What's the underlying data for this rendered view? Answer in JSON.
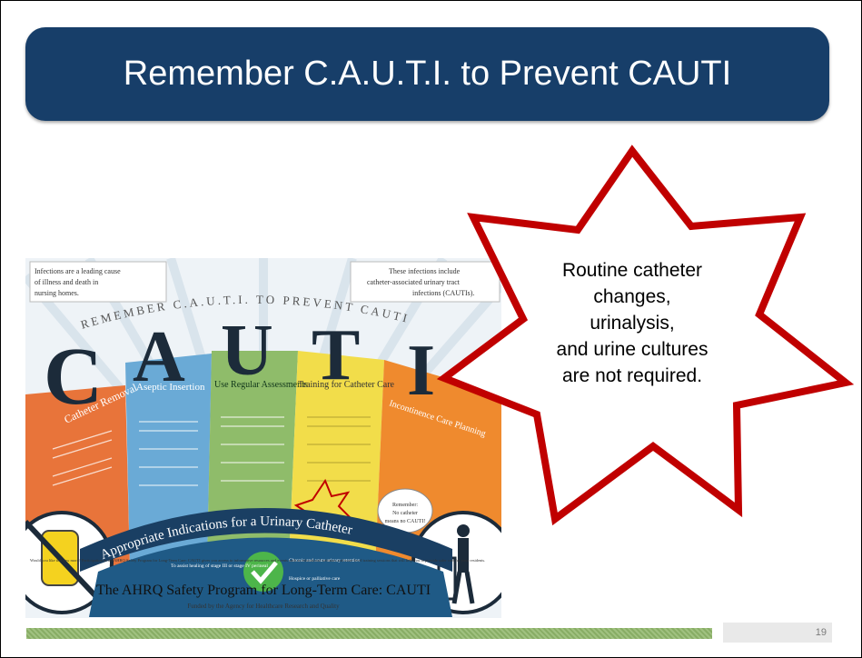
{
  "slide": {
    "title": "Remember C.A.U.T.I. to Prevent CAUTI",
    "page_number": "19"
  },
  "callout": {
    "lines": [
      "Routine catheter",
      "changes,",
      "urinalysis,",
      "and urine cultures",
      "are not required."
    ],
    "border_color": "#c00000"
  },
  "poster": {
    "top_left_note": "Infections are a leading cause of illness and death in nursing homes.",
    "top_right_note": "These infections include catheter-associated urinary tract infections (CAUTIs).",
    "arc_banner": "REMEMBER C.A.U.T.I. TO PREVENT CAUTI",
    "big_letters": [
      "C",
      "A",
      "U",
      "T",
      "I"
    ],
    "columns": [
      {
        "label": "Catheter Removal",
        "color": "#e8743a"
      },
      {
        "label": "Aseptic Insertion",
        "color": "#6aaad6"
      },
      {
        "label": "Use Regular Assessments",
        "color": "#8fbc6a"
      },
      {
        "label": "Training for Catheter Care",
        "color": "#f2dd4a"
      },
      {
        "label": "Incontinence Care Planning",
        "color": "#ef8a2e"
      }
    ],
    "remember_note": "Remember: No catheter means no CAUTI!",
    "indications_banner": "Appropriate Indications for a Urinary Catheter",
    "indications_left": "To assist healing of stage III or stage IV perineal and sacral wounds in incontinent residents",
    "indications_right_1": "Chronic and acute urinary retention or obstruction",
    "indications_right_2": "Hospice or palliative care associated with intractable pain",
    "fine_print": "Would you like to know more? Participation in the AHRQ Safety Program for Long-Term Care: CAUTI gives you access to informative resources and events such as educational webinars and more-level training sessions that will help you to provide safer care for your residents.",
    "program_title": "The AHRQ Safety Program for Long-Term Care: CAUTI",
    "funded_by": "Funded by the Agency for Healthcare Research and Quality"
  }
}
